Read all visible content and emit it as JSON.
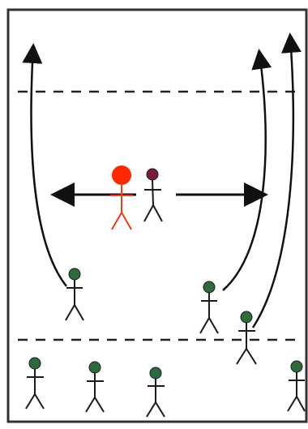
{
  "diagram": {
    "field_border_color": "#333333",
    "dashed_line_color": "#222222",
    "arrow_color": "#111111",
    "tagger_color": "#f03a1a",
    "tagger_head_color": "#ff2a00",
    "player_color": "#1b1b1b",
    "player_head_color": "#2e6b3c",
    "center_head_color": "#7a1d3a",
    "players": {
      "tagger": "tagger-figure",
      "center": "center-player-figure",
      "runners": [
        "runner-left",
        "runner-mid-right",
        "runner-right"
      ],
      "waiting": [
        "waiting-1",
        "waiting-2",
        "waiting-3",
        "waiting-4"
      ]
    }
  }
}
